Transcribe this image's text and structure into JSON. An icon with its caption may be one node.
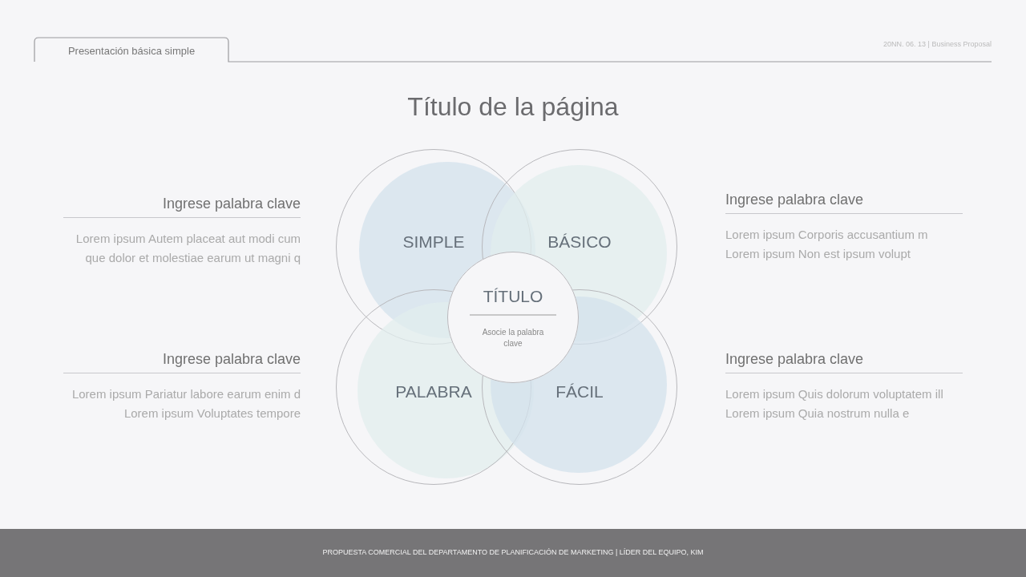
{
  "diagram": {
    "title": "Título de la página",
    "nodes": [
      {
        "text": [
          "SIMPLE"
        ]
      },
      {
        "text": [
          "BÁSICO"
        ]
      },
      {
        "text": [
          "PALABRA"
        ]
      },
      {
        "text": [
          "FÁCIL"
        ]
      },
      {
        "text": [
          "TÍTULO",
          "Asocie la palabra clave"
        ]
      }
    ],
    "edges": [],
    "labels": [
      "Presentación básica simple",
      "20NN. 06. 13 | Business Proposal",
      "Ingrese palabra clave",
      "Lorem ipsum Autem placeat aut modi cum que dolor et molestiae earum ut magni q",
      "Ingrese palabra clave",
      "Lorem ipsum Corporis accusantium m Lorem ipsum Non est ipsum volupt",
      "Ingrese palabra clave",
      "Lorem ipsum Pariatur labore earum enim d Lorem ipsum Voluptates tempore",
      "Ingrese palabra clave",
      "Lorem ipsum Quis dolorum voluptatem ill Lorem ipsum Quia nostrum nulla e",
      "PROPUESTA COMERCIAL DEL DEPARTAMENTO DE PLANIFICACIÓN DE MARKETING | LÍDER DEL EQUIPO, KIM"
    ]
  }
}
